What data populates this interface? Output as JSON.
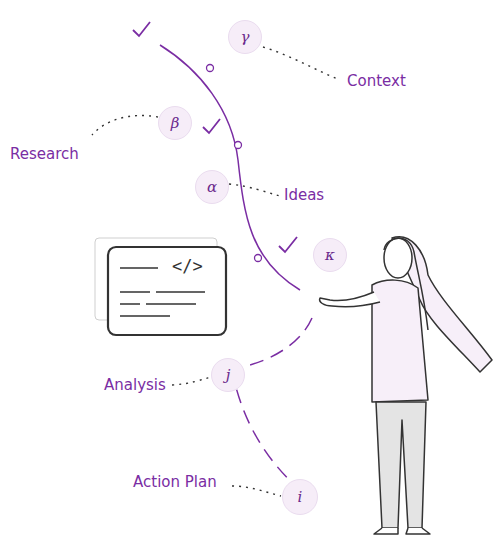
{
  "diagram": {
    "nodes": [
      {
        "text": [
          "γ"
        ]
      },
      {
        "text": [
          "β"
        ]
      },
      {
        "text": [
          "α"
        ]
      },
      {
        "text": [
          "κ"
        ]
      },
      {
        "text": [
          "j"
        ]
      },
      {
        "text": [
          "i"
        ]
      }
    ],
    "edges": [
      {
        "from": 4,
        "to": 5,
        "arrow": "none"
      }
    ],
    "labels": [
      "Context",
      "Research",
      "Ideas",
      "</>",
      "Analysis",
      "Action Plan"
    ]
  }
}
